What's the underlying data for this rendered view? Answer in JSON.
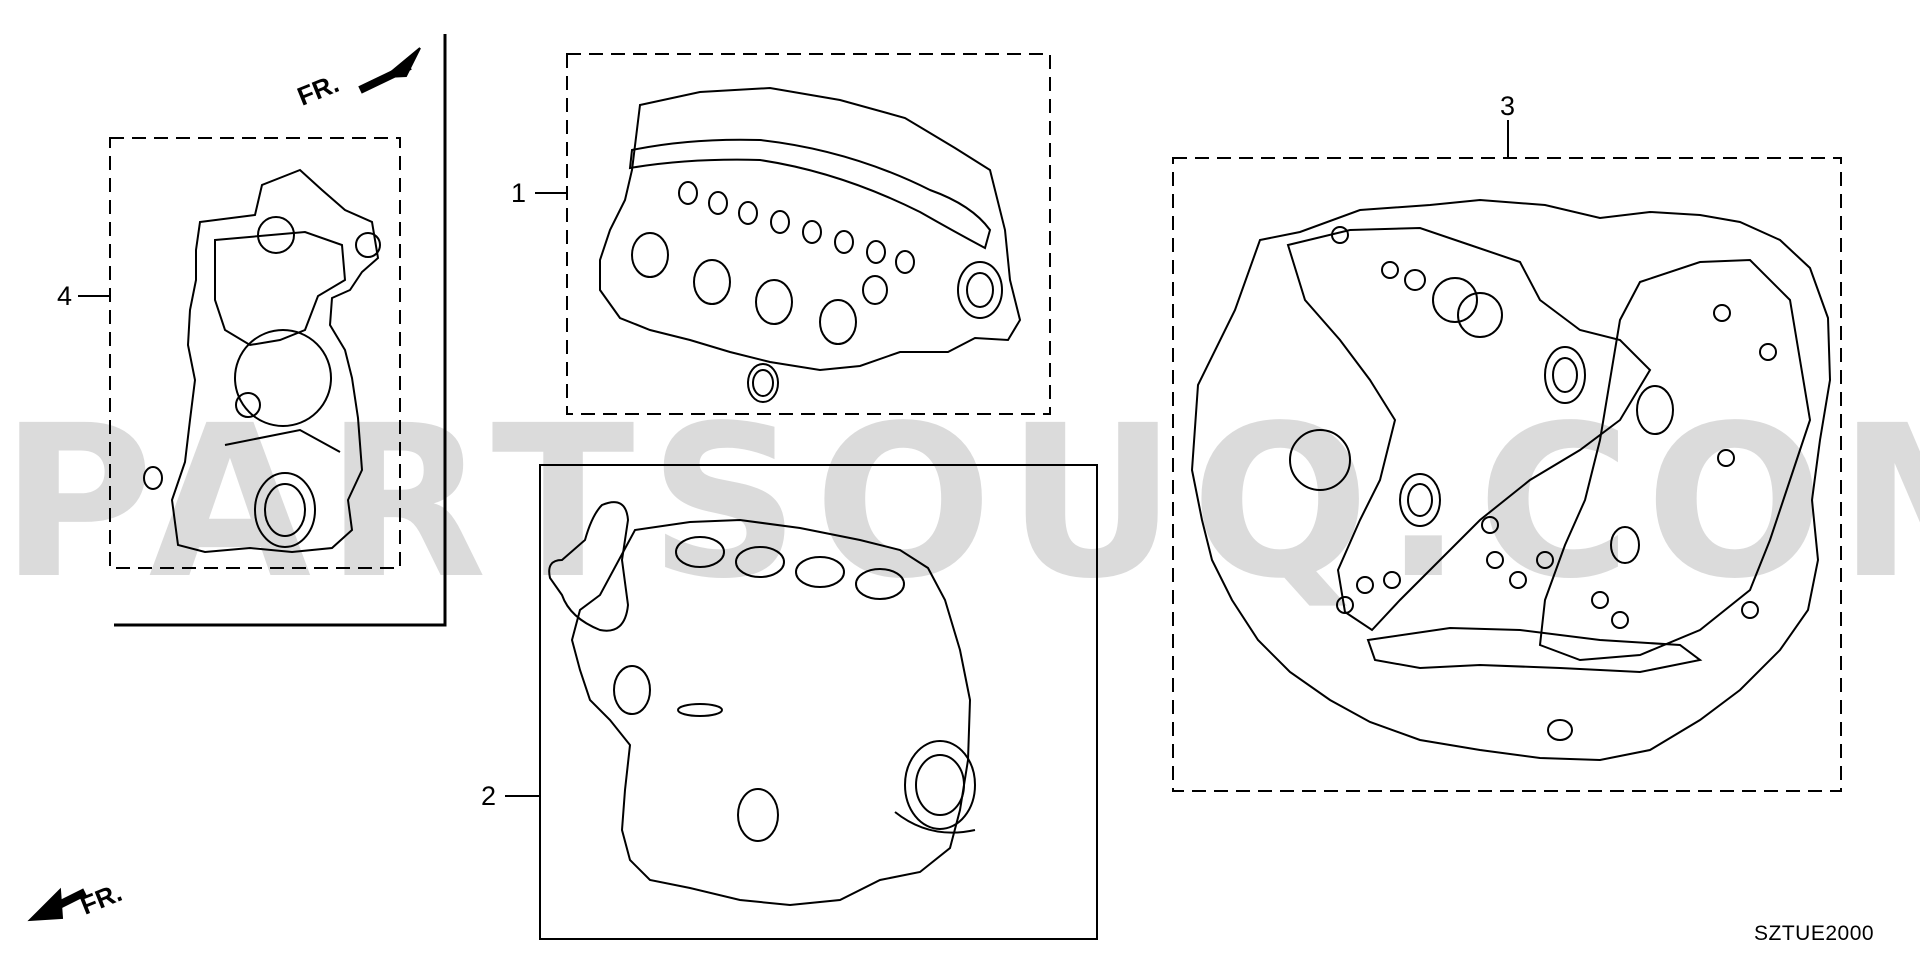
{
  "diagram": {
    "callouts": {
      "part1": "1",
      "part2": "2",
      "part3": "3",
      "part4": "4"
    },
    "direction_label_top": "FR.",
    "direction_label_bottom": "FR.",
    "diagram_code": "SZTUE2000",
    "watermark": "PARTSOUQ.COM"
  },
  "icons": [
    "front-direction-arrow-icon"
  ],
  "colors": {
    "line": "#000000",
    "watermark": "#d4d4d4",
    "background": "#ffffff"
  }
}
